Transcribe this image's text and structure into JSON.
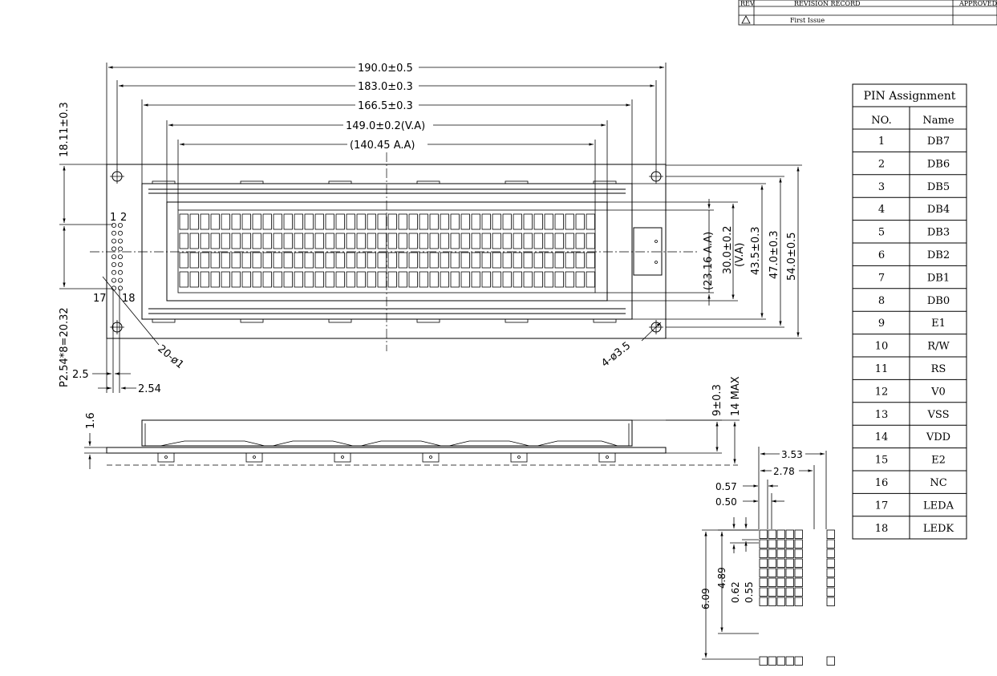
{
  "revision_block": {
    "rev_header": "REV",
    "record_header": "REVISION RECORD",
    "approved_header": "APPROVED",
    "row_record": "First Issue"
  },
  "pin_table": {
    "title": "PIN Assignment",
    "col_no": "NO.",
    "col_name": "Name",
    "rows": [
      {
        "no": "1",
        "name": "DB7"
      },
      {
        "no": "2",
        "name": "DB6"
      },
      {
        "no": "3",
        "name": "DB5"
      },
      {
        "no": "4",
        "name": "DB4"
      },
      {
        "no": "5",
        "name": "DB3"
      },
      {
        "no": "6",
        "name": "DB2"
      },
      {
        "no": "7",
        "name": "DB1"
      },
      {
        "no": "8",
        "name": "DB0"
      },
      {
        "no": "9",
        "name": "E1"
      },
      {
        "no": "10",
        "name": "R/W"
      },
      {
        "no": "11",
        "name": "RS"
      },
      {
        "no": "12",
        "name": "V0"
      },
      {
        "no": "13",
        "name": "VSS"
      },
      {
        "no": "14",
        "name": "VDD"
      },
      {
        "no": "15",
        "name": "E2"
      },
      {
        "no": "16",
        "name": "NC"
      },
      {
        "no": "17",
        "name": "LEDA"
      },
      {
        "no": "18",
        "name": "LEDK"
      }
    ]
  },
  "dimensions": {
    "outline_width": "190.0±0.5",
    "pcb_hole_pitch": "183.0±0.3",
    "bezel_width": "166.5±0.3",
    "view_area_width": "149.0±0.2(V.A)",
    "active_area_width": "(140.45  A.A)",
    "pin_offset": "18.11±0.3",
    "pin_span": "P2.54*8=20.32",
    "edge_margin": "2.5",
    "pin_pitch": "2.54",
    "pin_holes": "20-ø1",
    "mount_holes": "4-ø3.5",
    "active_area_height": "(23.16  A.A)",
    "view_area_height_value": "30.0±0.2",
    "view_area_height_tag": "(V.A)",
    "bezel_height": "43.5±0.3",
    "hole_pitch_height": "47.0±0.3",
    "outline_height": "54.0±0.5",
    "module_thickness": "9±0.3",
    "max_thickness": "14  MAX",
    "pcb_thickness": "1.6",
    "pin_label_1": "1",
    "pin_label_2": "2",
    "pin_label_17": "17",
    "pin_label_18": "18"
  },
  "char_detail": {
    "char_pitch_w": "3.53",
    "char_w": "2.78",
    "dot_pitch_w": "0.57",
    "dot_w": "0.50",
    "char_pitch_h": "6.09",
    "char_h": "4.89",
    "dot_pitch_h": "0.62",
    "dot_h": "0.55"
  }
}
